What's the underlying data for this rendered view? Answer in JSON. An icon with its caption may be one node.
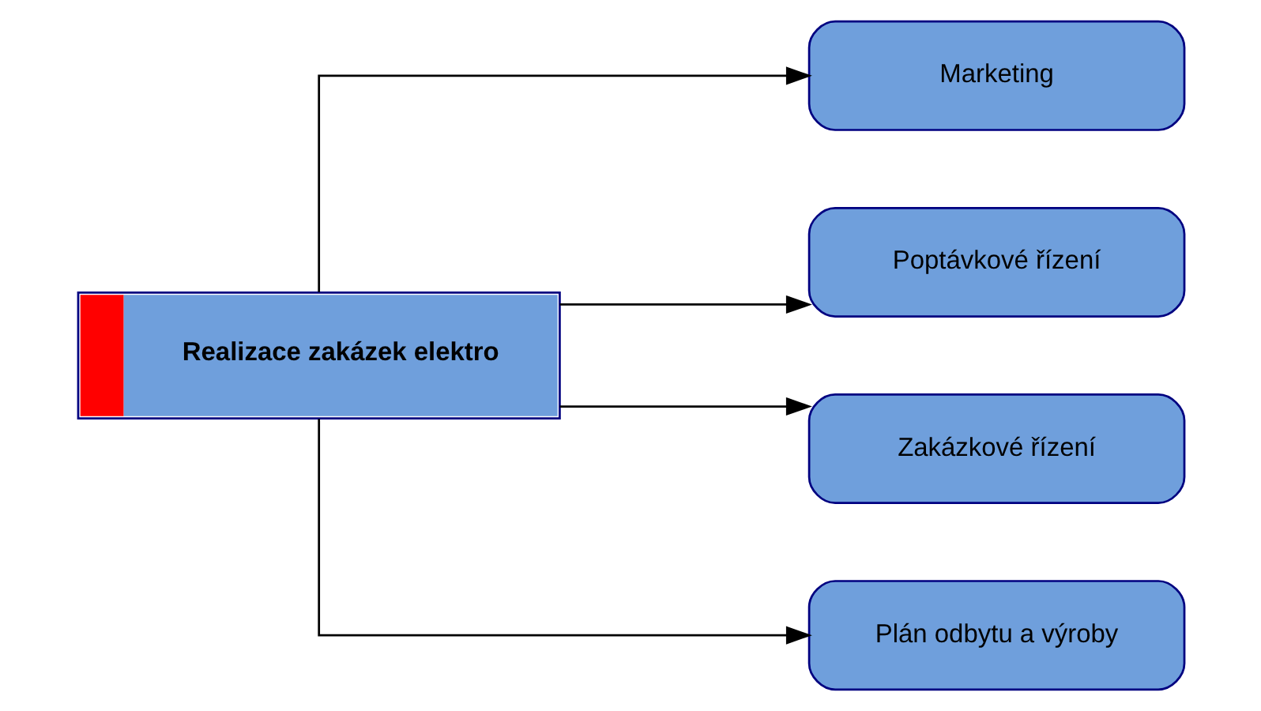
{
  "diagram": {
    "nodes": [
      {
        "text": [
          "Realizace zakázek elektro"
        ]
      },
      {
        "text": [
          "Marketing"
        ]
      },
      {
        "text": [
          "Poptávkové řízení"
        ]
      },
      {
        "text": [
          "Zakázkové řízení"
        ]
      },
      {
        "text": [
          "Plán odbytu a výroby"
        ]
      }
    ],
    "edges": [
      {
        "from": 0,
        "to": 1,
        "arrow": "to"
      },
      {
        "from": 0,
        "to": 2,
        "arrow": "to"
      },
      {
        "from": 0,
        "to": 3,
        "arrow": "to"
      },
      {
        "from": 0,
        "to": 4,
        "arrow": "to"
      }
    ]
  }
}
